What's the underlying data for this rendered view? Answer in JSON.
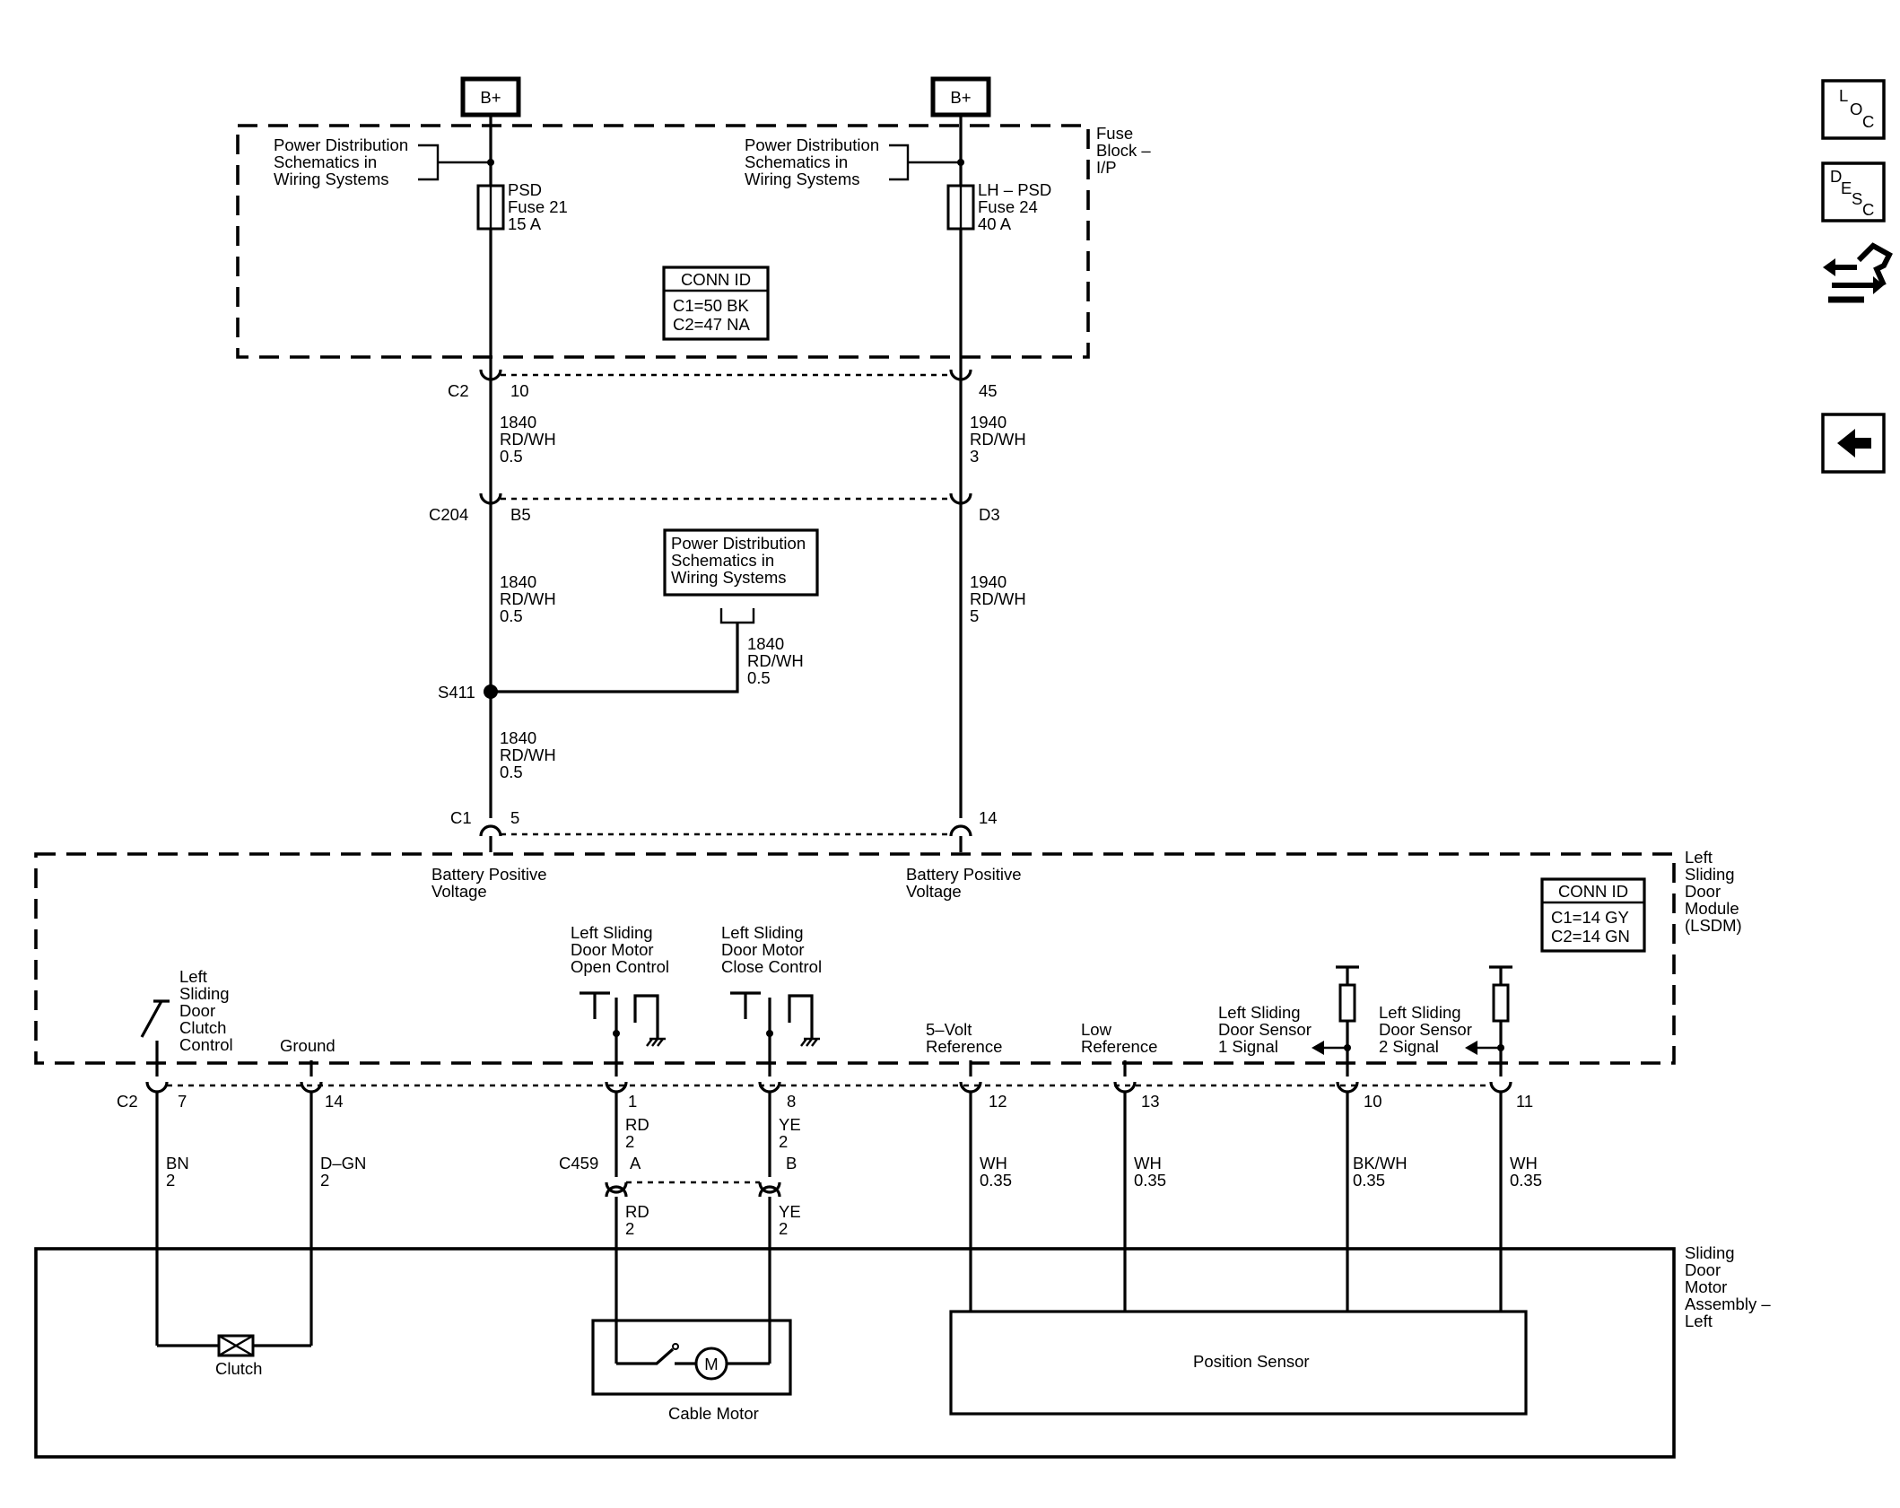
{
  "supply": {
    "left": {
      "terminal": "B+",
      "ref": [
        "Power Distribution",
        "Schematics in",
        "Wiring Systems"
      ],
      "fuse": [
        "PSD",
        "Fuse 21",
        "15 A"
      ]
    },
    "right": {
      "terminal": "B+",
      "ref": [
        "Power Distribution",
        "Schematics in",
        "Wiring Systems"
      ],
      "fuse": [
        "LH – PSD",
        "Fuse 24",
        "40 A"
      ]
    }
  },
  "fuse_block": {
    "label": [
      "Fuse",
      "Block –",
      "I/P"
    ],
    "conn_id": {
      "title": "CONN ID",
      "lines": [
        "C1=50 BK",
        "C2=47 NA"
      ]
    }
  },
  "c2_top": {
    "connector": "C2",
    "pin_left": "10",
    "pin_right": "45"
  },
  "wire_a1": [
    "1840",
    "RD/WH",
    "0.5"
  ],
  "wire_b1": [
    "1940",
    "RD/WH",
    "3"
  ],
  "c204": {
    "connector": "C204",
    "pin_left": "B5",
    "pin_right": "D3"
  },
  "wire_a2": [
    "1840",
    "RD/WH",
    "0.5"
  ],
  "wire_b2": [
    "1940",
    "RD/WH",
    "5"
  ],
  "pd_ref_mid": [
    "Power Distribution",
    "Schematics in",
    "Wiring Systems"
  ],
  "wire_branch": [
    "1840",
    "RD/WH",
    "0.5"
  ],
  "splice": "S411",
  "wire_a3": [
    "1840",
    "RD/WH",
    "0.5"
  ],
  "c1": {
    "connector": "C1",
    "pin_left": "5",
    "pin_right": "14"
  },
  "lsdm": {
    "label": [
      "Left",
      "Sliding",
      "Door",
      "Module",
      "(LSDM)"
    ],
    "conn_id": {
      "title": "CONN ID",
      "lines": [
        "C1=14 GY",
        "C2=14 GN"
      ]
    },
    "bat_left": [
      "Battery Positive",
      "Voltage"
    ],
    "bat_right": [
      "Battery Positive",
      "Voltage"
    ],
    "clutch_ctrl": [
      "Left",
      "Sliding",
      "Door",
      "Clutch",
      "Control"
    ],
    "ground": "Ground",
    "open_ctrl": [
      "Left Sliding",
      "Door Motor",
      "Open Control"
    ],
    "close_ctrl": [
      "Left Sliding",
      "Door Motor",
      "Close Control"
    ],
    "ref5v": [
      "5–Volt",
      "Reference"
    ],
    "lowref": [
      "Low",
      "Reference"
    ],
    "sensor1": [
      "Left Sliding",
      "Door Sensor",
      "1 Signal"
    ],
    "sensor2": [
      "Left Sliding",
      "Door Sensor",
      "2 Signal"
    ]
  },
  "c2_bottom": {
    "connector": "C2",
    "pins": [
      "7",
      "14",
      "1",
      "8",
      "12",
      "13",
      "10",
      "11"
    ]
  },
  "wires_bottom": {
    "clutch": [
      "BN",
      "2"
    ],
    "ground": [
      "D–GN",
      "2"
    ],
    "open": [
      "RD",
      "2"
    ],
    "close": [
      "YE",
      "2"
    ],
    "ref5v": [
      "WH",
      "0.35"
    ],
    "lowref": [
      "WH",
      "0.35"
    ],
    "sensor1": [
      "BK/WH",
      "0.35"
    ],
    "sensor2": [
      "WH",
      "0.35"
    ]
  },
  "c459": {
    "connector": "C459",
    "pin_left": "A",
    "pin_right": "B"
  },
  "wires_motor": {
    "open": [
      "RD",
      "2"
    ],
    "close": [
      "YE",
      "2"
    ]
  },
  "motor_assembly": {
    "label": [
      "Sliding",
      "Door",
      "Motor",
      "Assembly –",
      "Left"
    ],
    "clutch": "Clutch",
    "motor_symbol": "M",
    "cable_motor": "Cable Motor",
    "position_sensor": "Position Sensor"
  },
  "nav": {
    "loc": [
      "L",
      "O",
      "C"
    ],
    "desc": [
      "D",
      "E",
      "S",
      "C"
    ]
  }
}
